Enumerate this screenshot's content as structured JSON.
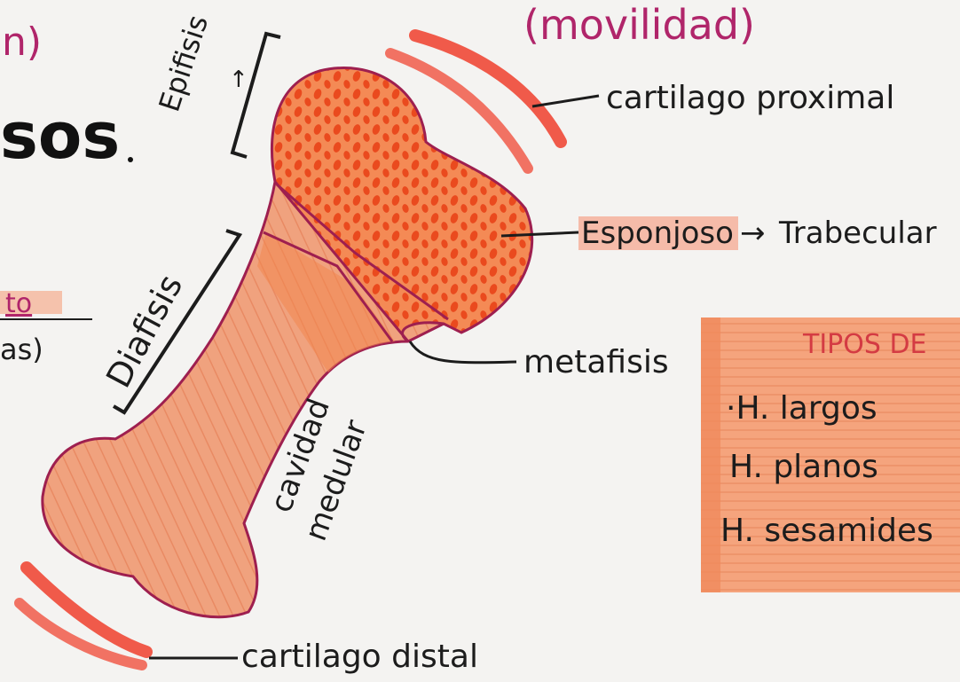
{
  "header": {
    "fragment_left": "n)",
    "title_fragment": "sos",
    "movilidad": "(movilidad)"
  },
  "left_margin": {
    "fragment_to": "to",
    "fragment_as": "as)"
  },
  "labels": {
    "epifisis": "Epifisis",
    "diafisis": "Diafisis",
    "cartilago_proximal": "cartilago proximal",
    "esponjoso": "Esponjoso",
    "arrow": "→",
    "trabecular": "Trabecular",
    "metafisis": "metafisis",
    "cavidad_medular_line1": "cavidad",
    "cavidad_medular_line2": "medular",
    "cartilago_distal": "cartilago distal"
  },
  "tipos_box": {
    "heading": "TIPOS DE",
    "items": [
      "·H. largos",
      "H. planos",
      "H. sesamides"
    ]
  },
  "colors": {
    "bone_fill": "#efa27b",
    "bone_outline": "#9e1f4f",
    "spongy": "#f06a2e",
    "cartilage": "#f05a4a",
    "box_fill": "#f4a07a",
    "heading_red": "#d43b43",
    "accent_magenta": "#b0256a",
    "ink": "#1c1c1c"
  }
}
